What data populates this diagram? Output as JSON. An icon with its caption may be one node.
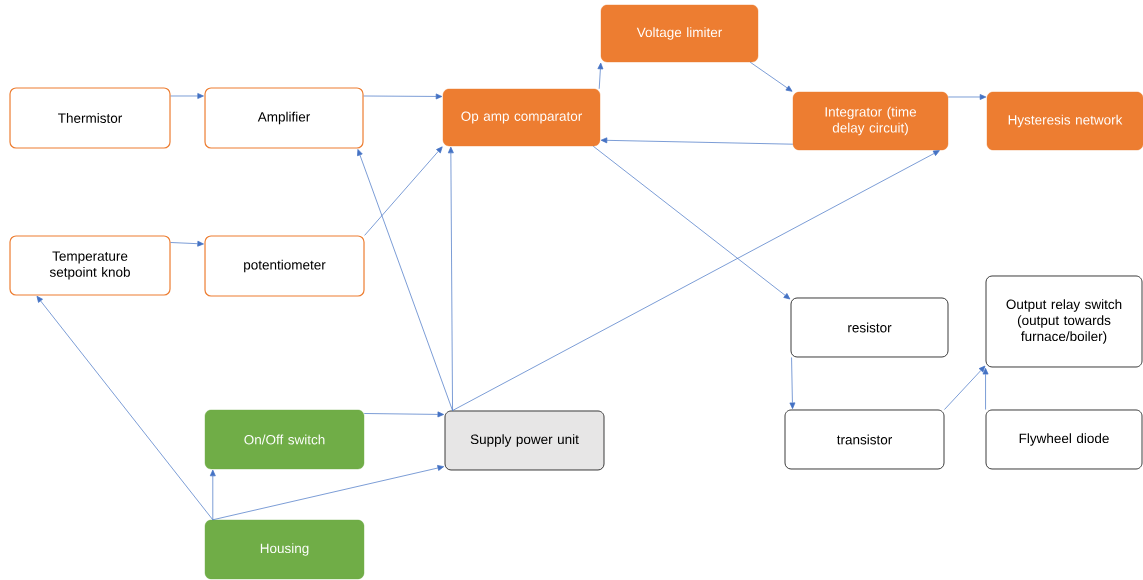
{
  "diagram": {
    "nodes": [
      {
        "text": [
          "Thermistor"
        ]
      },
      {
        "text": [
          "Amplifier"
        ]
      },
      {
        "text": [
          "Op amp comparator"
        ]
      },
      {
        "text": [
          "Voltage limiter"
        ]
      },
      {
        "text": [
          "Integrator (time delay circuit)"
        ]
      },
      {
        "text": [
          "Hysteresis network"
        ]
      },
      {
        "text": [
          "Temperature setpoint knob"
        ]
      },
      {
        "text": [
          "potentiometer"
        ]
      },
      {
        "text": [
          "resistor"
        ]
      },
      {
        "text": [
          "Output relay switch (output towards furnace/boiler)"
        ]
      },
      {
        "text": [
          "On/Off switch"
        ]
      },
      {
        "text": [
          "Supply power unit"
        ]
      },
      {
        "text": [
          "transistor"
        ]
      },
      {
        "text": [
          "Flywheel diode"
        ]
      },
      {
        "text": [
          "Housing"
        ]
      }
    ],
    "edges": [
      {
        "from": 0,
        "to": 1,
        "arrow": "to"
      },
      {
        "from": 1,
        "to": 2,
        "arrow": "to"
      },
      {
        "from": 6,
        "to": 7,
        "arrow": "to"
      },
      {
        "from": 7,
        "to": 2,
        "arrow": "to"
      },
      {
        "from": 11,
        "to": 1,
        "arrow": "to"
      },
      {
        "from": 11,
        "to": 2,
        "arrow": "to"
      },
      {
        "from": 11,
        "to": 4,
        "arrow": "to"
      },
      {
        "from": 2,
        "to": 3,
        "arrow": "to"
      },
      {
        "from": 3,
        "to": 4,
        "arrow": "to"
      },
      {
        "from": 4,
        "to": 2,
        "arrow": "to"
      },
      {
        "from": 4,
        "to": 5,
        "arrow": "to"
      },
      {
        "from": 2,
        "to": 8,
        "arrow": "to"
      },
      {
        "from": 8,
        "to": 12,
        "arrow": "to"
      },
      {
        "from": 12,
        "to": 9,
        "arrow": "to"
      },
      {
        "from": 13,
        "to": 9,
        "arrow": "to"
      },
      {
        "from": 10,
        "to": 11,
        "arrow": "to"
      },
      {
        "from": 14,
        "to": 10,
        "arrow": "to"
      },
      {
        "from": 14,
        "to": 11,
        "arrow": "to"
      },
      {
        "from": 14,
        "to": 6,
        "arrow": "to"
      }
    ]
  }
}
